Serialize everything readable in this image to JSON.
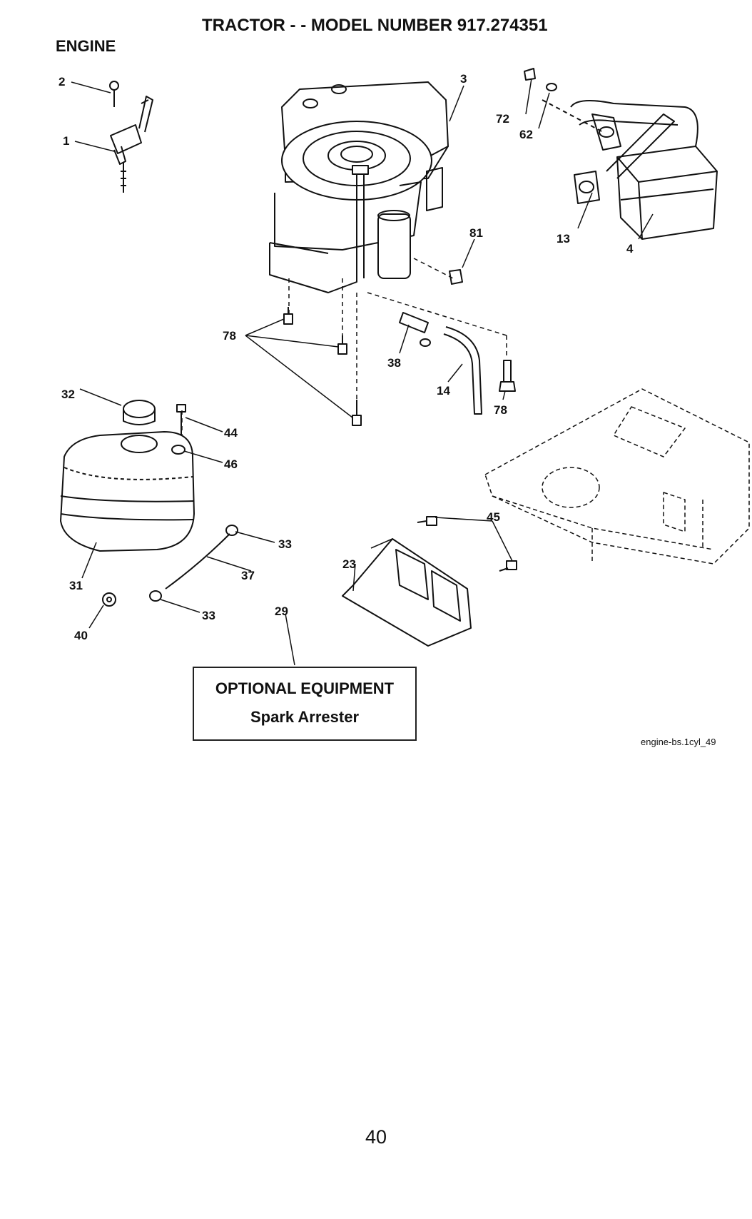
{
  "title": "TRACTOR - - MODEL NUMBER  917.274351",
  "section": "ENGINE",
  "callouts": [
    {
      "id": "c1",
      "label": "1"
    },
    {
      "id": "c2",
      "label": "2"
    },
    {
      "id": "c3",
      "label": "3"
    },
    {
      "id": "c4",
      "label": "4"
    },
    {
      "id": "c13",
      "label": "13"
    },
    {
      "id": "c14",
      "label": "14"
    },
    {
      "id": "c23",
      "label": "23"
    },
    {
      "id": "c29",
      "label": "29"
    },
    {
      "id": "c31",
      "label": "31"
    },
    {
      "id": "c32",
      "label": "32"
    },
    {
      "id": "c33a",
      "label": "33"
    },
    {
      "id": "c33b",
      "label": "33"
    },
    {
      "id": "c37",
      "label": "37"
    },
    {
      "id": "c38",
      "label": "38"
    },
    {
      "id": "c40",
      "label": "40"
    },
    {
      "id": "c44",
      "label": "44"
    },
    {
      "id": "c45",
      "label": "45"
    },
    {
      "id": "c46",
      "label": "46"
    },
    {
      "id": "c62",
      "label": "62"
    },
    {
      "id": "c72",
      "label": "72"
    },
    {
      "id": "c78a",
      "label": "78"
    },
    {
      "id": "c78b",
      "label": "78"
    },
    {
      "id": "c81",
      "label": "81"
    }
  ],
  "optional_box": {
    "heading": "OPTIONAL EQUIPMENT",
    "subtitle": "Spark Arrester"
  },
  "reference_code": "engine-bs.1cyl_49",
  "page_number": "40"
}
